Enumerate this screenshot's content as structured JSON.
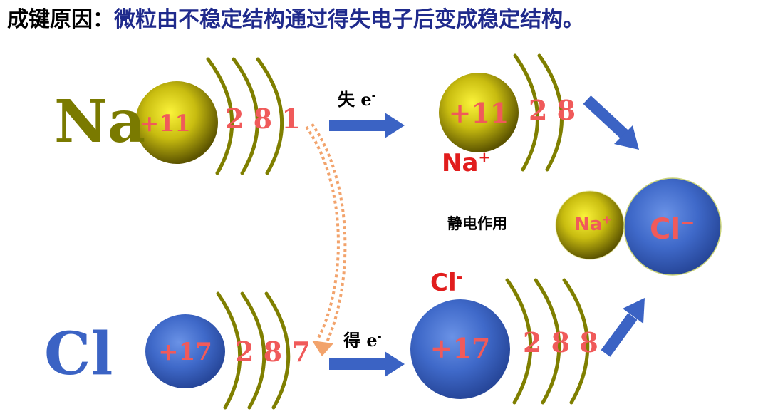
{
  "title": {
    "label": "成键原因：",
    "text": "微粒由不稳定结构通过得失电子后变成稳定结构。"
  },
  "atoms": {
    "na": {
      "symbol": "Na",
      "nucleus": "+11",
      "shells": "2 8 1"
    },
    "cl": {
      "symbol": "Cl",
      "nucleus": "+17",
      "shells": "2 8 7"
    }
  },
  "ions": {
    "na": {
      "label": "Na",
      "charge": "+",
      "nucleus": "+11",
      "shells": "2 8"
    },
    "cl": {
      "label": "Cl",
      "charge": "-",
      "nucleus": "+17",
      "shells": "2 8 8"
    }
  },
  "arrows": {
    "lose": {
      "label": "失 ",
      "e": "e",
      "sup": "-"
    },
    "gain": {
      "label": "得 ",
      "e": "e",
      "sup": "-"
    }
  },
  "compound": {
    "na_label": "Na",
    "na_charge": "+",
    "cl_label": "Cl",
    "cl_charge": "−"
  },
  "force_label": "静电作用",
  "colors": {
    "na_symbol": "#7a7a00",
    "cl_symbol": "#3b63c4",
    "shell_arc": "#7f7f00",
    "arrow_blue": "#3b63c4",
    "electron_path": "#f2a36c",
    "number_red": "#f05a5a",
    "ion_red": "#e11d1d"
  }
}
